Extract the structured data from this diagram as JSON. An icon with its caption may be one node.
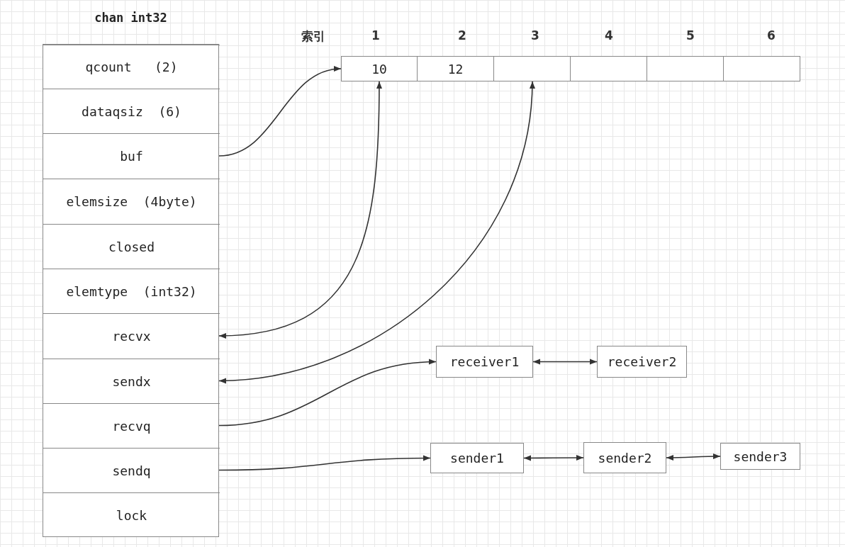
{
  "diagram": {
    "nodes": [
      {
        "text": [
          "chan int32"
        ]
      },
      {
        "text": [
          "qcount   (2)"
        ],
        "in": 0
      },
      {
        "text": [
          "dataqsiz  (6)"
        ],
        "in": 0
      },
      {
        "text": [
          "buf"
        ],
        "in": 0
      },
      {
        "text": [
          "elemsize  (4byte)"
        ],
        "in": 0
      },
      {
        "text": [
          "closed"
        ],
        "in": 0
      },
      {
        "text": [
          "elemtype  (int32)"
        ],
        "in": 0
      },
      {
        "text": [
          "recvx"
        ],
        "in": 0
      },
      {
        "text": [
          "sendx"
        ],
        "in": 0
      },
      {
        "text": [
          "recvq"
        ],
        "in": 0
      },
      {
        "text": [
          "sendq"
        ],
        "in": 0
      },
      {
        "text": [
          "lock"
        ],
        "in": 0
      },
      {
        "text": [
          "10"
        ]
      },
      {
        "text": [
          "12"
        ]
      },
      {
        "text": [],
        "shape": "box"
      },
      {
        "text": [],
        "shape": "box"
      },
      {
        "text": [],
        "shape": "box"
      },
      {
        "text": [],
        "shape": "box"
      },
      {
        "text": [
          "receiver1"
        ]
      },
      {
        "text": [
          "receiver2"
        ]
      },
      {
        "text": [
          "sender1"
        ]
      },
      {
        "text": [
          "sender2"
        ]
      },
      {
        "text": [
          "sender3"
        ]
      }
    ],
    "edges": [
      {
        "from": 3,
        "to": 12,
        "arrow": "to"
      },
      {
        "from": 12,
        "to": 7,
        "arrow": "both"
      },
      {
        "from": 14,
        "to": 8,
        "arrow": "both"
      },
      {
        "from": 9,
        "to": 18,
        "arrow": "to"
      },
      {
        "from": 18,
        "to": 19,
        "arrow": "both"
      },
      {
        "from": 10,
        "to": 20,
        "arrow": "to"
      },
      {
        "from": 20,
        "to": 21,
        "arrow": "both"
      },
      {
        "from": 21,
        "to": 22,
        "arrow": "both"
      }
    ],
    "labels": [
      "索引",
      "1",
      "2",
      "3",
      "4",
      "5",
      "6"
    ]
  }
}
